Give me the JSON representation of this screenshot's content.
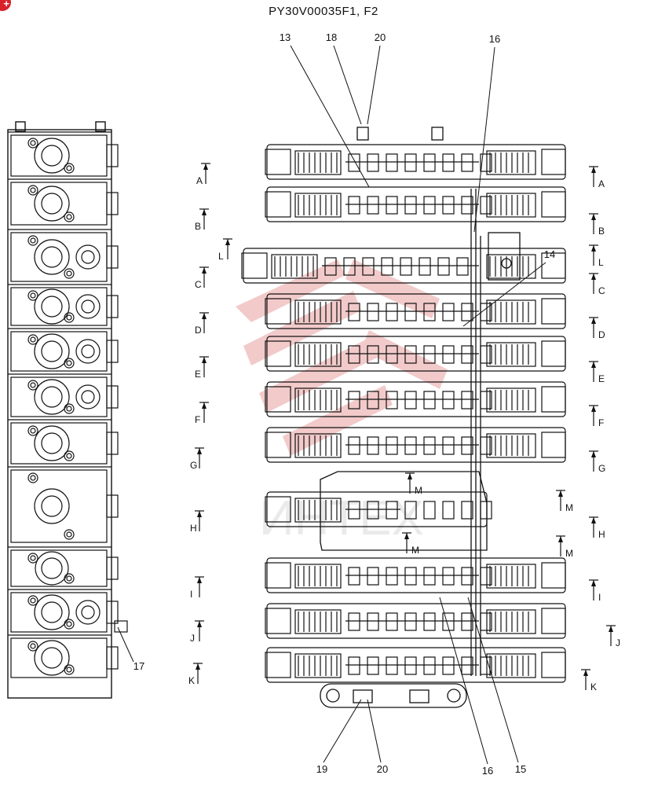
{
  "title": "PY30V00035F1, F2",
  "corner_badge": "+",
  "watermark": "ИНТЕХ",
  "callouts_top": [
    "13",
    "18",
    "20",
    "16",
    "14"
  ],
  "callouts_bottom": [
    "19",
    "20",
    "16",
    "15"
  ],
  "callout_side": "17",
  "section_labels": [
    "A",
    "B",
    "C",
    "D",
    "E",
    "F",
    "G",
    "H",
    "I",
    "J",
    "K",
    "L",
    "M"
  ],
  "colors": {
    "ink": "#111111",
    "watermark": "#e8a0a0",
    "badge": "#d8202b"
  }
}
